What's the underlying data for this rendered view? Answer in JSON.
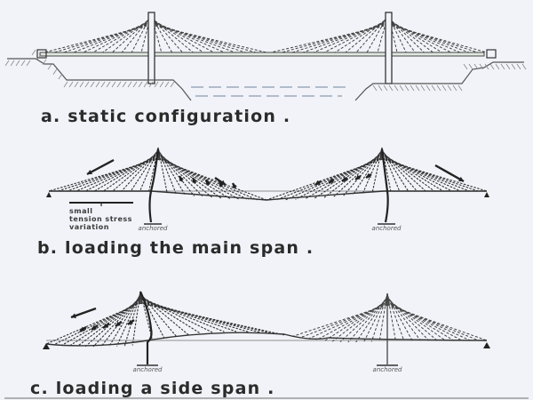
{
  "figure": {
    "title": "Cable-stayed bridge behavior under loading",
    "panels": [
      {
        "id": "a",
        "caption": "a. static configuration .",
        "description": "Two-pylon cable-stayed bridge over river with fan cable arrangement and abutments"
      },
      {
        "id": "b",
        "caption": "b. loading the main span .",
        "annotation": [
          "small",
          "tension stress",
          "variation"
        ],
        "description": "Main span deflects downward; backstay cables carry tension shown by arrows"
      },
      {
        "id": "c",
        "caption": "c. loading a side span .",
        "description": "Left side span loaded; left pylon bends toward loaded span; main span deflects"
      }
    ],
    "ground_labels": [
      "anchored",
      "anchored",
      "anchored",
      "anchored"
    ],
    "colors": {
      "background": "#f1f3f8",
      "ink": "#2b2b2b",
      "water": "#8a9bb0",
      "deck_fill": "#dfe7df"
    }
  }
}
